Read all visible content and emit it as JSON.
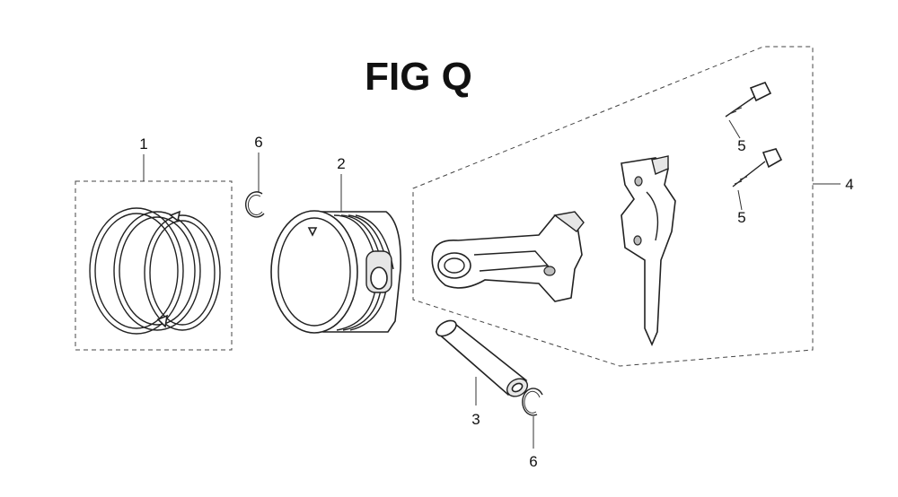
{
  "figure": {
    "title": "FIG Q"
  },
  "callouts": {
    "piston_rings": "1",
    "piston": "2",
    "piston_pin": "3",
    "connecting_rod_set": "4",
    "rod_bolt_upper": "5",
    "rod_bolt_lower": "5",
    "clip_upper": "6",
    "clip_lower": "6"
  }
}
